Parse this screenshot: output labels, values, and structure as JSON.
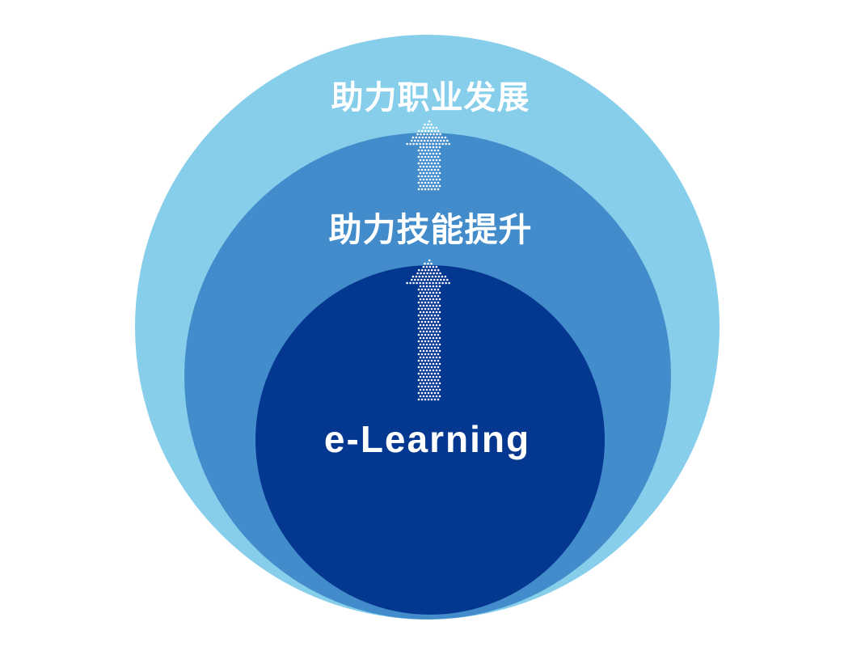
{
  "diagram": {
    "levels": [
      {
        "text": "助力职业发展",
        "color": "#87ceeb"
      },
      {
        "text": "助力技能提升",
        "color": "#438ccb"
      },
      {
        "text": "e-Learning",
        "color": "#04378f"
      }
    ],
    "arrow_color": "#ffffff",
    "arrow_style": "dotted"
  }
}
